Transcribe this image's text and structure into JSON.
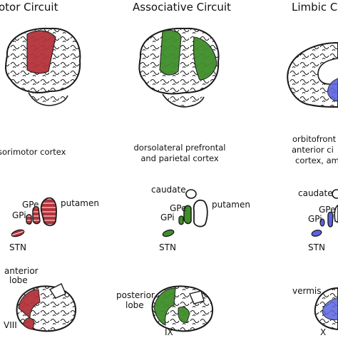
{
  "colors": {
    "motor": "#b5323a",
    "associative": "#3f8f2b",
    "limbic": "#5a63e0",
    "outline": "#1a1a1a"
  },
  "columns": [
    {
      "title": "otor Circuit",
      "cortex_caption": [
        "sorimotor cortex"
      ],
      "labels": {
        "gpe": "GPe",
        "gpi": "GPi",
        "putamen": "putamen",
        "stn": "STN"
      },
      "cerebellum_labels": [
        "anterior",
        "lobe",
        "VIII"
      ]
    },
    {
      "title": "Associative Circuit",
      "cortex_caption": [
        "dorsolateral prefrontal",
        "and parietal cortex"
      ],
      "labels": {
        "caudate": "caudate",
        "gpe": "GPe",
        "gpi": "GPi",
        "putamen": "putamen",
        "stn": "STN"
      },
      "cerebellum_labels": [
        "posterior",
        "lobe",
        "IX"
      ]
    },
    {
      "title": "Limbic C",
      "cortex_caption": [
        "orbitofront",
        "anterior ci",
        "cortex, am"
      ],
      "labels": {
        "caudate": "caudate",
        "gpe": "GPe",
        "gpi": "GPi",
        "stn": "STN"
      },
      "cerebellum_labels": [
        "vermis",
        "X"
      ]
    }
  ]
}
